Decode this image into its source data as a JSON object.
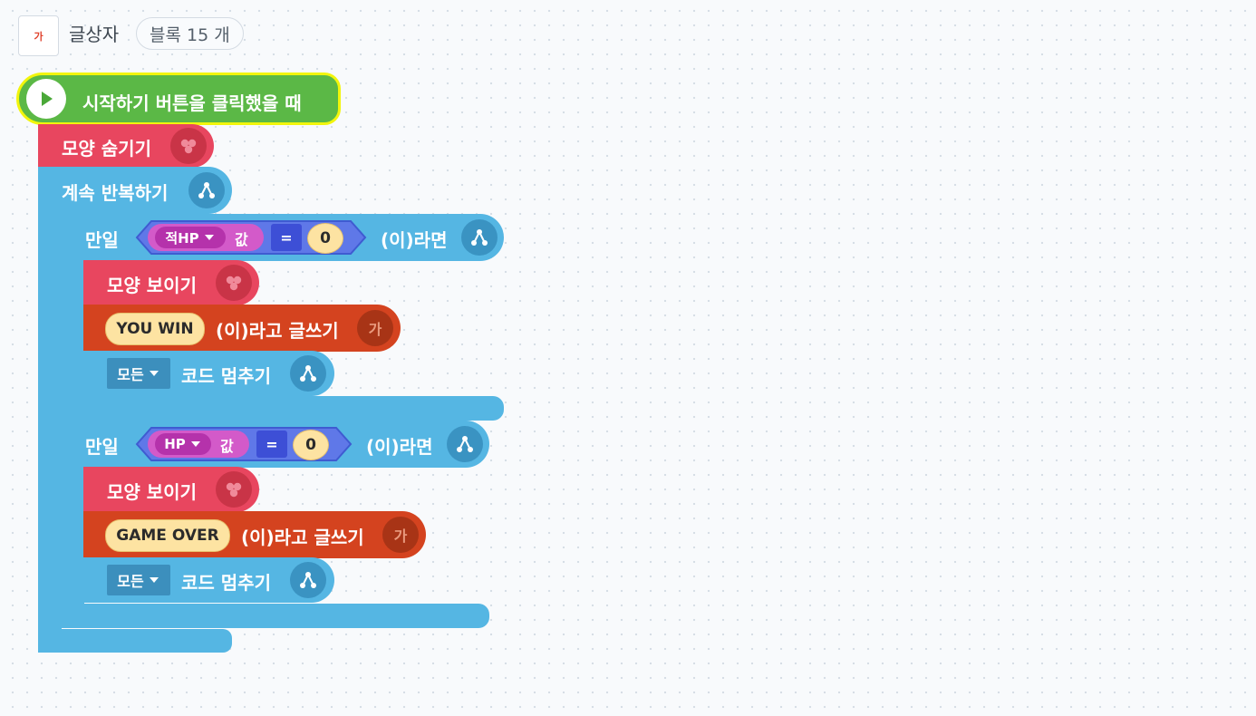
{
  "header": {
    "object_thumb_text": "가",
    "object_name": "글상자",
    "block_count": "블록 15 개"
  },
  "blocks": {
    "start": "시작하기 버튼을 클릭했을 때",
    "hide": "모양 숨기기",
    "repeat": "계속 반복하기",
    "if1": {
      "label": "만일",
      "var": "적HP",
      "value_label": "값",
      "op": "=",
      "num": "0",
      "suffix": "(이)라면"
    },
    "if1_show": "모양 보이기",
    "if1_write": {
      "text": "YOU WIN",
      "suffix": "(이)라고 글쓰기"
    },
    "if1_stop": {
      "option": "모든",
      "suffix": "코드 멈추기"
    },
    "if2": {
      "label": "만일",
      "var": "HP",
      "value_label": "값",
      "op": "=",
      "num": "0",
      "suffix": "(이)라면"
    },
    "if2_show": "모양 보이기",
    "if2_write": {
      "text": "GAME OVER",
      "suffix": "(이)라고 글쓰기"
    },
    "if2_stop": {
      "option": "모든",
      "suffix": "코드 멈추기"
    }
  },
  "icons": {
    "play": "play-icon",
    "looks": "looks-icon",
    "flow": "flow-icon",
    "brush": "text-icon",
    "dropdown": "caret-down-icon"
  },
  "colors": {
    "start": "#5bb846",
    "looks": "#e8465f",
    "flow": "#55b6e3",
    "brush": "#d4431f",
    "variable": "#c23fbd",
    "condition": "#5f78e8"
  }
}
